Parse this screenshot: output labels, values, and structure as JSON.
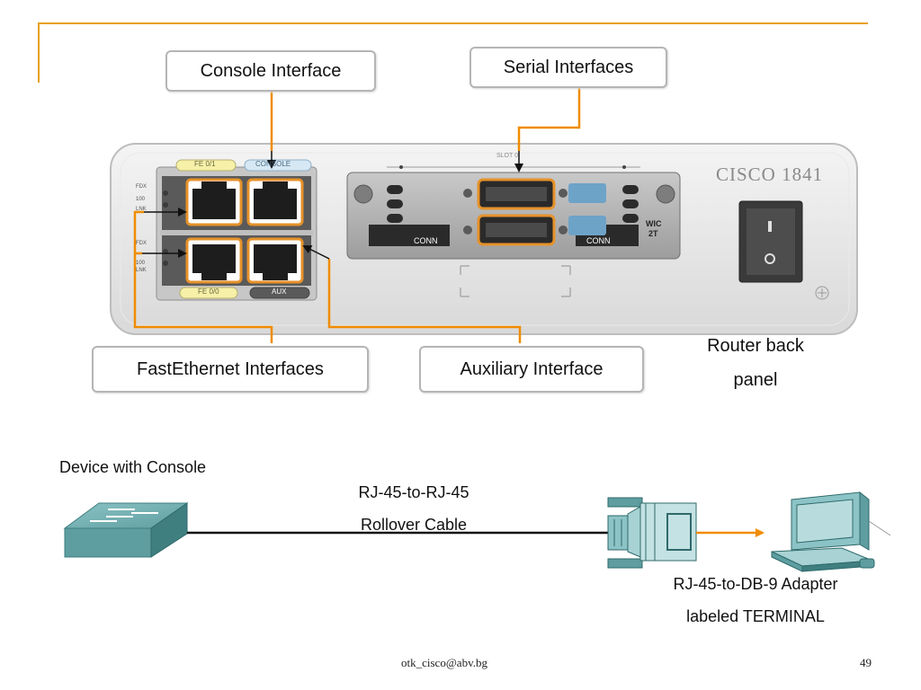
{
  "callouts": {
    "console": "Console Interface",
    "serial": "Serial Interfaces",
    "fastethernet": "FastEthernet Interfaces",
    "auxiliary": "Auxiliary Interface"
  },
  "router": {
    "model": "CISCO 1841",
    "caption_line1": "Router back",
    "caption_line2": "panel",
    "port_labels": [
      "FE 0/1",
      "CONSOLE",
      "FE 0/0",
      "AUX"
    ],
    "led_labels_top": [
      "FDX",
      "100",
      "LNK"
    ],
    "led_labels_bottom": [
      "FDX",
      "100",
      "LNK"
    ],
    "wic_label_1": "WIC",
    "wic_label_2": "2T",
    "conn_label": "CONN",
    "slot_label": "SLOT 0"
  },
  "console_diagram": {
    "device_label": "Device with Console",
    "cable_line1": "RJ-45-to-RJ-45",
    "cable_line2": "Rollover Cable",
    "adapter_line1": "RJ-45-to-DB-9 Adapter",
    "adapter_line2": "labeled TERMINAL"
  },
  "footer": {
    "email": "otk_cisco@abv.bg",
    "page_number": "49"
  },
  "colors": {
    "accent": "#e8a01c",
    "callout_line": "#f08c00",
    "teal": "#5e9ea0",
    "teal_dark": "#3f7f80"
  }
}
